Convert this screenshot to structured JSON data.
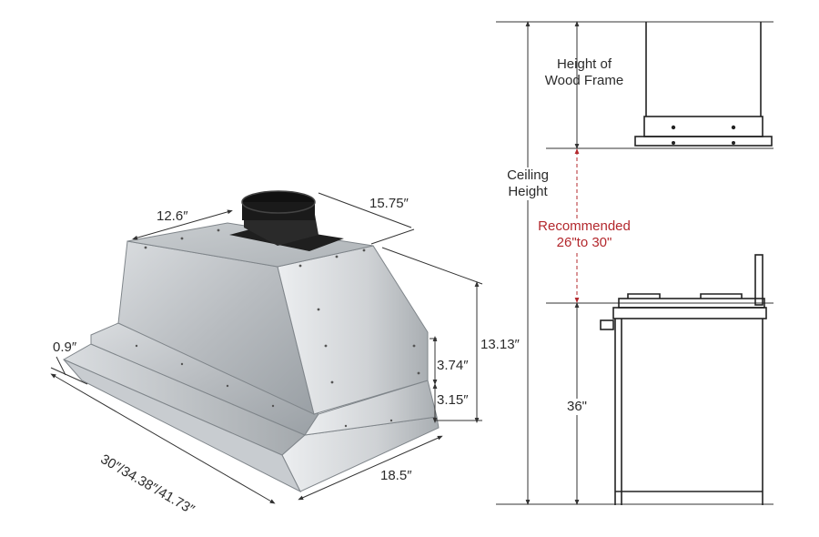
{
  "hood": {
    "duct_depth": "12.6″",
    "duct_width": "15.75″",
    "total_height": "13.13″",
    "lip": "0.9″",
    "body_height": "3.74″",
    "base_height": "3.15″",
    "widths": "30″/34.38″/41.73″",
    "depth": "18.5″"
  },
  "install": {
    "wood_frame_line1": "Height of",
    "wood_frame_line2": "Wood Frame",
    "ceiling_line1": "Ceiling",
    "ceiling_line2": "Height",
    "recommended_line1": "Recommended",
    "recommended_line2": "26\"to 30\"",
    "counter_height": "36\""
  },
  "colors": {
    "steel_light": "#e6e8ea",
    "steel_mid": "#bfc3c7",
    "steel_dark": "#8e9398",
    "duct": "#1a1a1a",
    "line": "#333333",
    "accent_red": "#b3282d"
  }
}
